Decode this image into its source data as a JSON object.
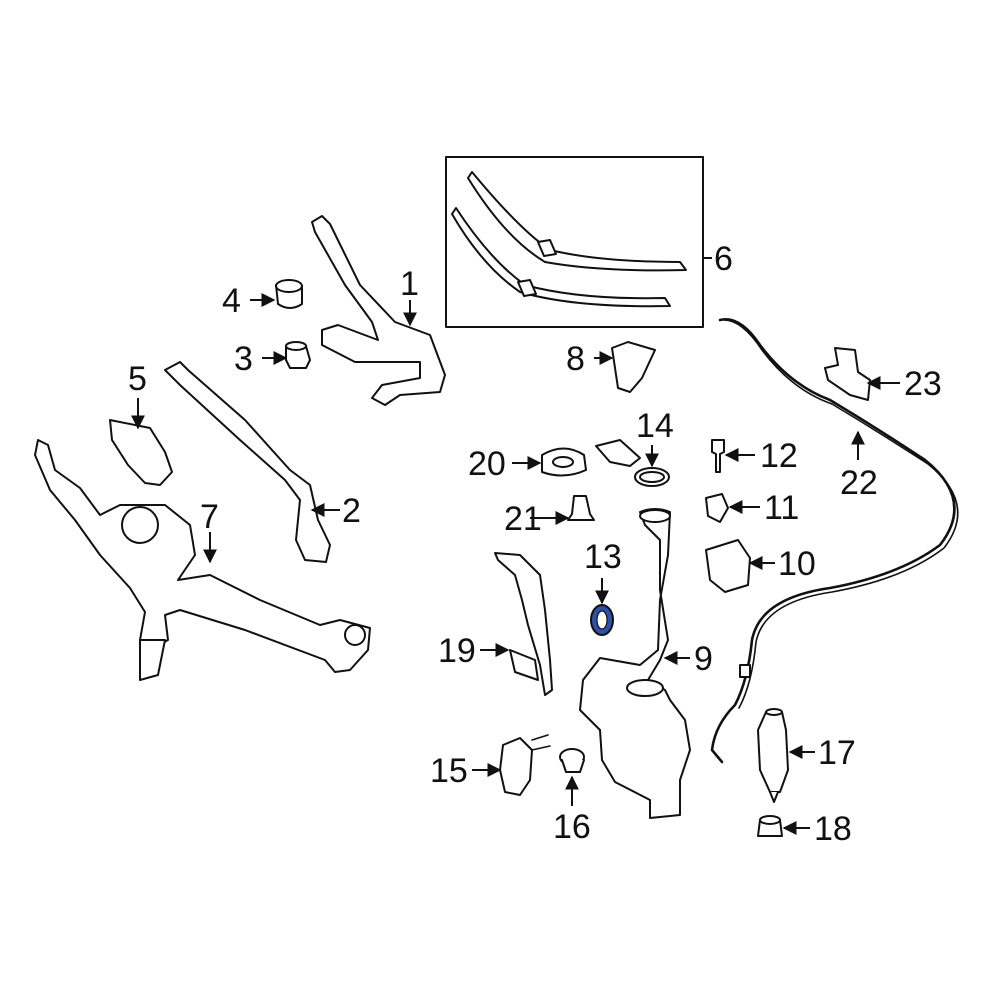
{
  "diagram": {
    "callouts": [
      "1",
      "2",
      "3",
      "4",
      "5",
      "6",
      "7",
      "8",
      "9",
      "10",
      "11",
      "12",
      "13",
      "14",
      "15",
      "16",
      "17",
      "18",
      "19",
      "20",
      "21",
      "22",
      "23"
    ],
    "highlight_color": "#2f4fa8",
    "line_color": "#111111",
    "background": "#ffffff"
  }
}
